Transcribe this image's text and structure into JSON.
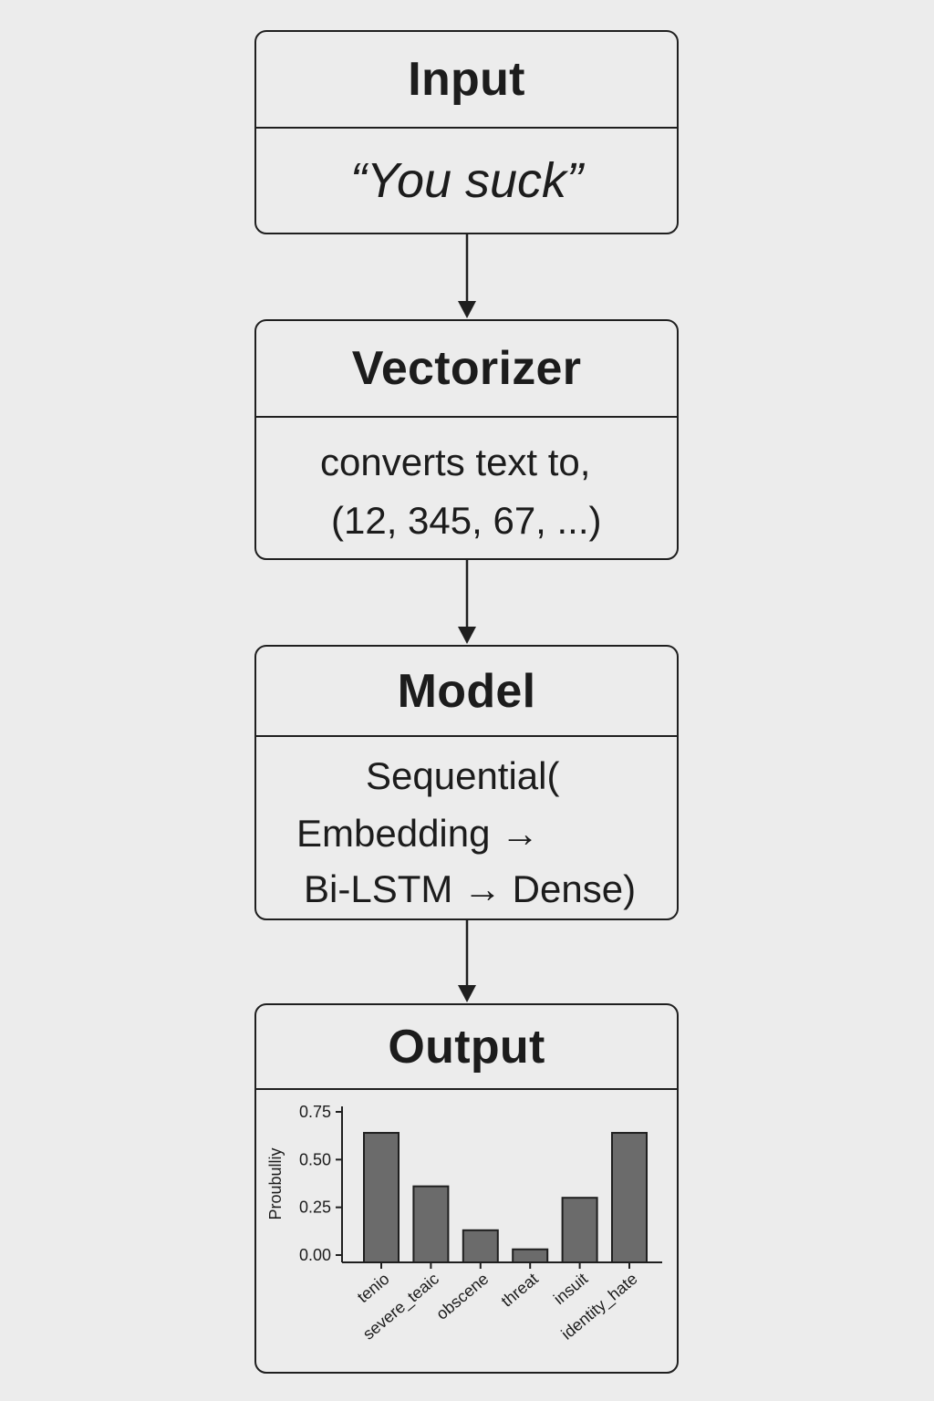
{
  "diagram": {
    "input": {
      "title": "Input",
      "text": "“You suck”"
    },
    "vectorizer": {
      "title": "Vectorizer",
      "line1": "converts text to,",
      "line2": "(12, 345, 67, ...)"
    },
    "model": {
      "title": "Model",
      "line1": "Sequential(",
      "line2": "Embedding →",
      "line3": "Bi-LSTM → Dense)"
    },
    "output": {
      "title": "Output"
    },
    "colors": {
      "stroke": "#1f1f1f",
      "bar_fill": "#6b6b6b",
      "background": "#ececec"
    }
  },
  "chart_data": {
    "type": "bar",
    "categories": [
      "tenio",
      "severe_teaic",
      "obscene",
      "threat",
      "insuit",
      "identity_hate"
    ],
    "values": [
      0.64,
      0.36,
      0.13,
      0.03,
      0.3,
      0.64
    ],
    "ylabel": "Proubulliy",
    "xlabel": "",
    "ylim": [
      0,
      0.75
    ],
    "yticks": [
      "0.00",
      "0.25",
      "0.50",
      "0.75"
    ],
    "grid": false
  }
}
